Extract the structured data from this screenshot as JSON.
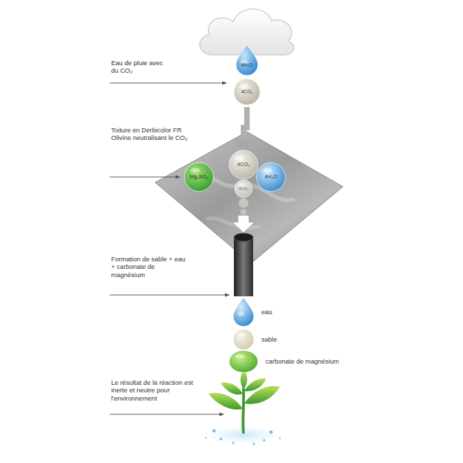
{
  "diagram": {
    "nodes": [
      {
        "text": [
          "4H₂O"
        ]
      },
      {
        "text": [
          "4CO₂"
        ]
      },
      {
        "text": [
          "4CO₂"
        ]
      },
      {
        "text": [
          "Mg₂SO₄"
        ]
      },
      {
        "text": [
          "4H₂O"
        ]
      },
      {
        "text": [
          "4CO₂"
        ]
      },
      {
        "text": [
          "eau"
        ]
      },
      {
        "text": [
          "sable"
        ]
      },
      {
        "text": [
          "carbonate de magnésium"
        ]
      }
    ],
    "edges": [
      {
        "from": 1,
        "to": 2,
        "arrow": "to"
      }
    ],
    "labels": [
      "Eau de pluie avec du CO₂",
      "Toiture en Derbicolor FR Olivine neutralisant le CO₂",
      "Formation de sable + eau + carbonate de magnésium",
      "Le résultat de la réaction est inerte et neutre pour l'environnement"
    ]
  }
}
